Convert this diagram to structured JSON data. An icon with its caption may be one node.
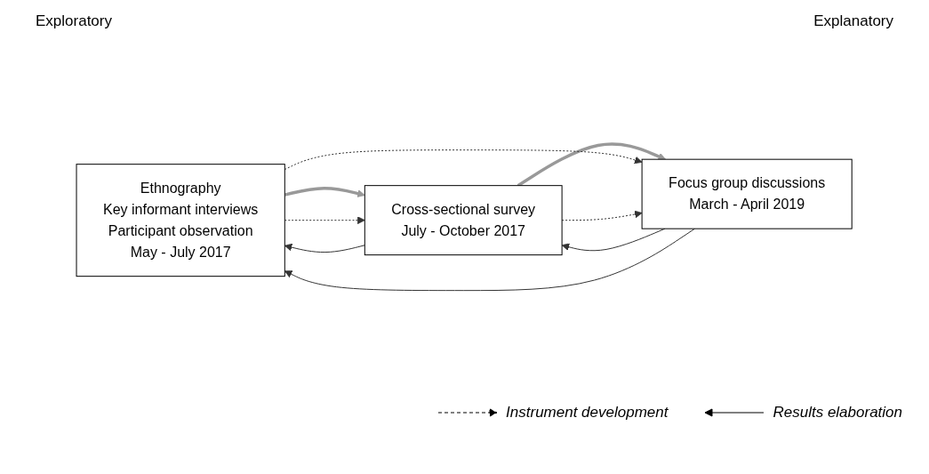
{
  "diagram": {
    "nodes": [
      {
        "text": [
          "Ethnography",
          "Key informant interviews",
          "Participant observation",
          "May - July 2017"
        ]
      },
      {
        "text": [
          "Cross-sectional survey",
          "July - October 2017"
        ]
      },
      {
        "text": [
          "Focus group discussions",
          "March - April 2019"
        ]
      }
    ],
    "edges": [
      {
        "from": 0,
        "to": 1,
        "arrow": "to",
        "style": "thick",
        "color": "#999999"
      },
      {
        "from": 1,
        "to": 2,
        "arrow": "to",
        "style": "thick",
        "color": "#999999"
      },
      {
        "from": 0,
        "to": 1,
        "arrow": "to",
        "style": "dashed"
      },
      {
        "from": 0,
        "to": 2,
        "arrow": "to",
        "style": "dashed"
      },
      {
        "from": 1,
        "to": 2,
        "arrow": "to",
        "style": "dashed"
      },
      {
        "from": 1,
        "to": 0,
        "arrow": "to"
      },
      {
        "from": 2,
        "to": 1,
        "arrow": "to"
      },
      {
        "from": 2,
        "to": 0,
        "arrow": "to"
      }
    ],
    "labels": [
      "Exploratory",
      "Explanatory"
    ],
    "legend": [
      {
        "text": "Instrument development"
      },
      {
        "text": "Results elaboration"
      }
    ]
  }
}
